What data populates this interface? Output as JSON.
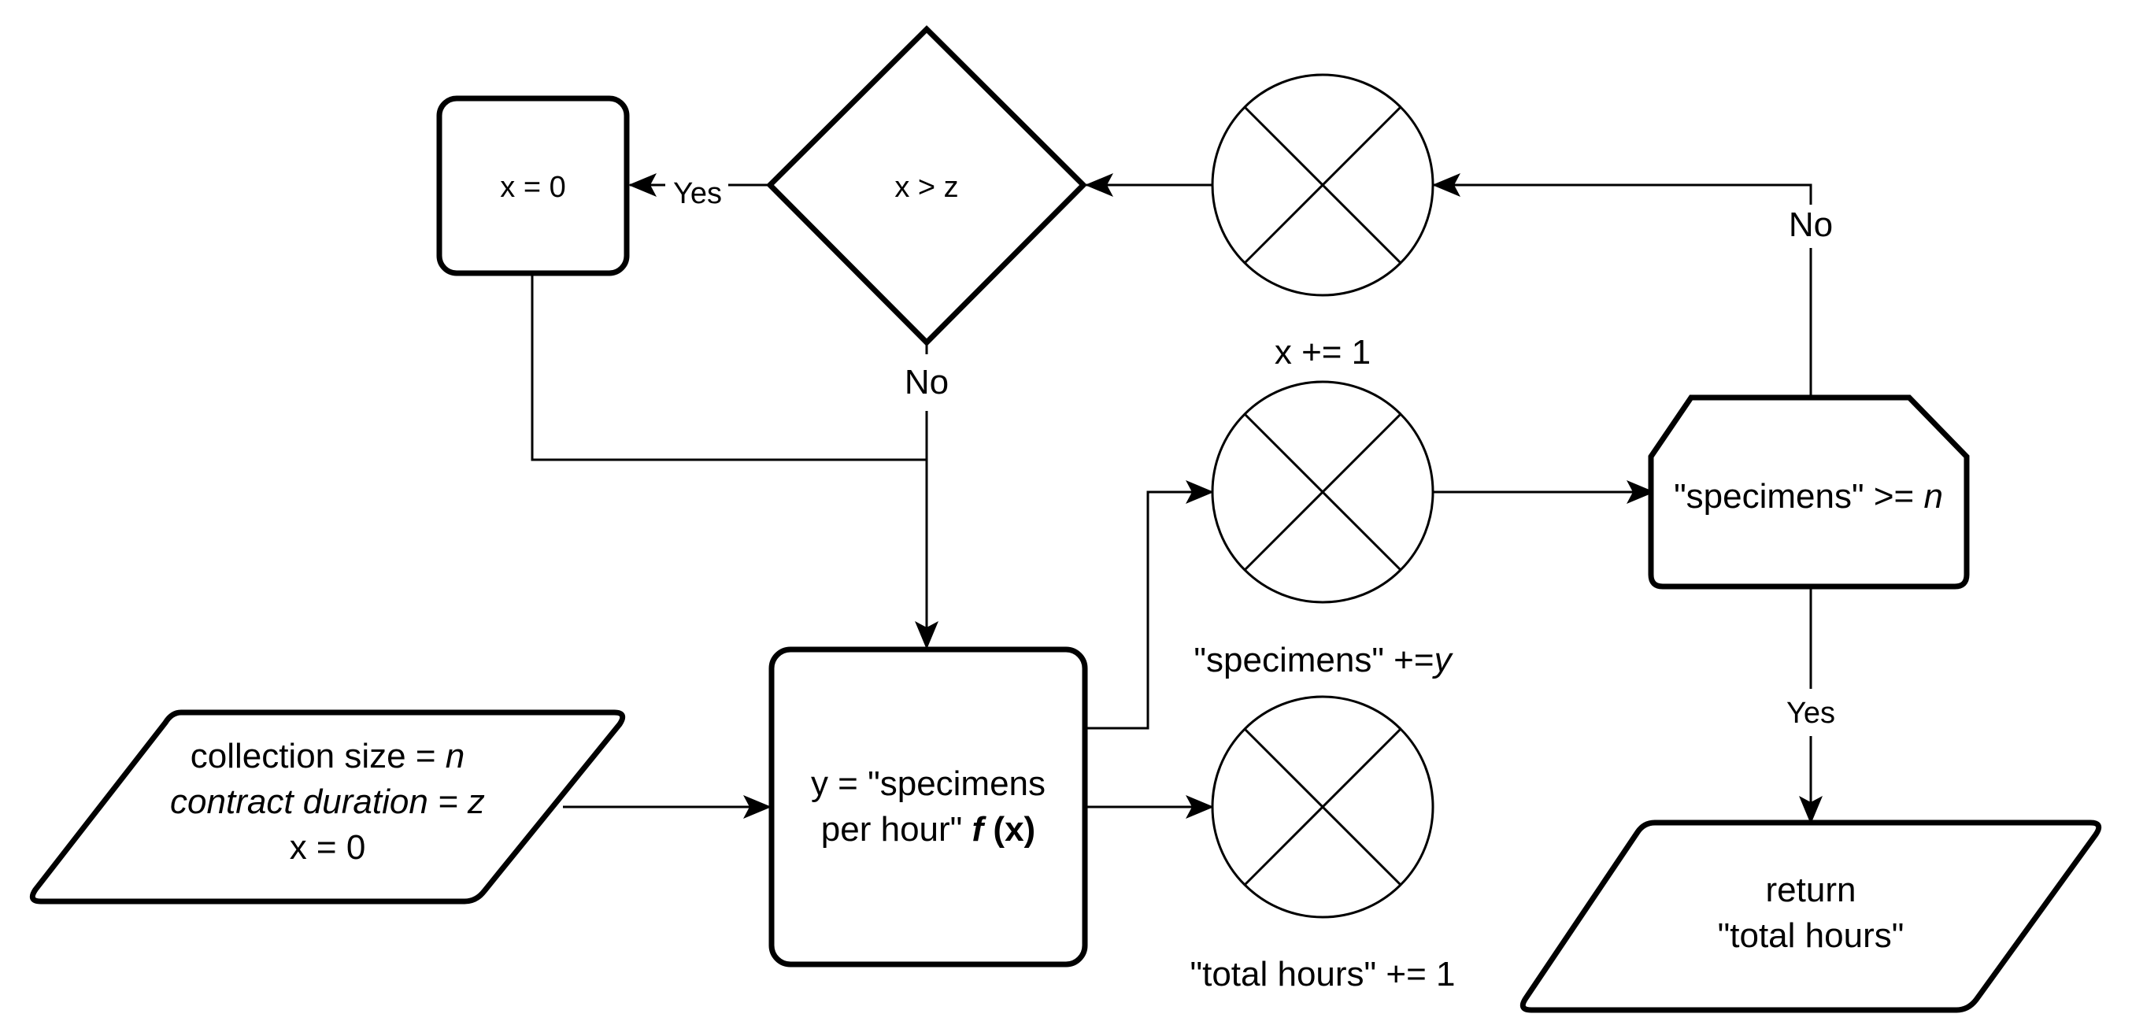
{
  "nodes": {
    "reset_x": {
      "text": "x = 0"
    },
    "decision_x_gt_z": {
      "text": "x > z"
    },
    "input": {
      "line1_text": "collection size = ",
      "line1_var": "n",
      "line2": "contract duration = z",
      "line3": "x = 0"
    },
    "process": {
      "line1": "y = \"specimens",
      "line2_text": "per hour\" ",
      "line2_func": "f",
      "line2_arg": "(x)"
    },
    "check_specimens": {
      "text": "\"specimens\" >= ",
      "var": "n"
    },
    "output": {
      "line1": "return",
      "line2": "\"total hours\""
    }
  },
  "annotations": {
    "increment_x": "x += 1",
    "add_specimens_text": "\"specimens\" +=",
    "add_specimens_var": "y",
    "add_hours": "\"total hours\" += 1"
  },
  "edge_labels": {
    "decision_yes": "Yes",
    "decision_no": "No",
    "check_no": "No",
    "check_yes": "Yes"
  }
}
